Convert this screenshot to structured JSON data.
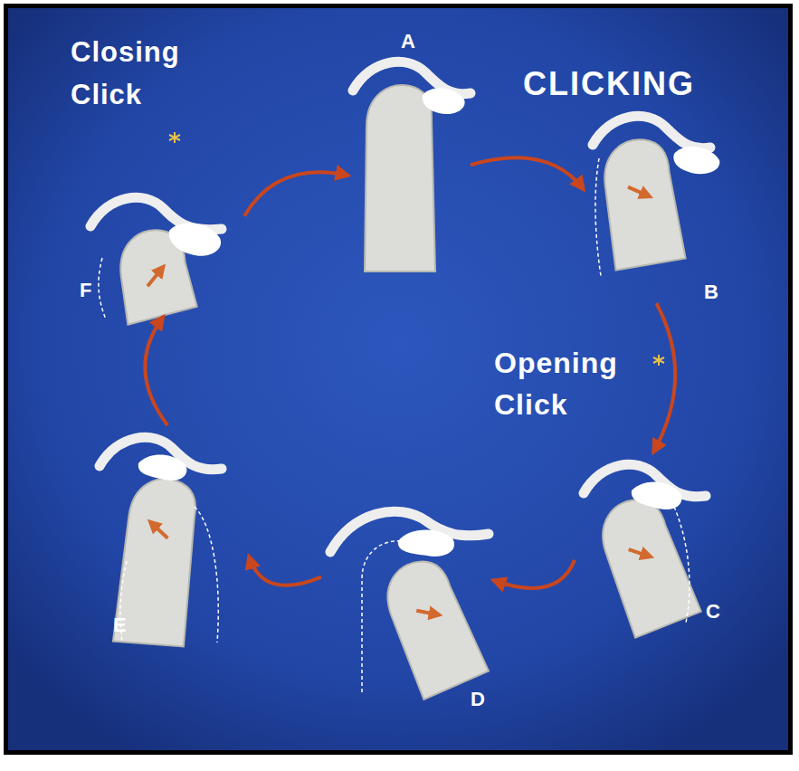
{
  "diagram": {
    "title": "CLICKING",
    "nodes": [
      {
        "text": [
          "A"
        ]
      },
      {
        "text": [
          "B"
        ]
      },
      {
        "text": [
          "C"
        ]
      },
      {
        "text": [
          "D"
        ]
      },
      {
        "text": [
          "E"
        ]
      },
      {
        "text": [
          "F"
        ]
      }
    ],
    "edges": [
      {
        "from": 0,
        "to": 1,
        "arrow": "to"
      },
      {
        "from": 1,
        "to": 2,
        "label": "Opening Click",
        "arrow": "to"
      },
      {
        "from": 2,
        "to": 3,
        "arrow": "to"
      },
      {
        "from": 3,
        "to": 4,
        "arrow": "to"
      },
      {
        "from": 4,
        "to": 5,
        "arrow": "to"
      },
      {
        "from": 5,
        "to": 0,
        "arrow": "to"
      }
    ],
    "labels": [
      "Closing Click"
    ]
  }
}
